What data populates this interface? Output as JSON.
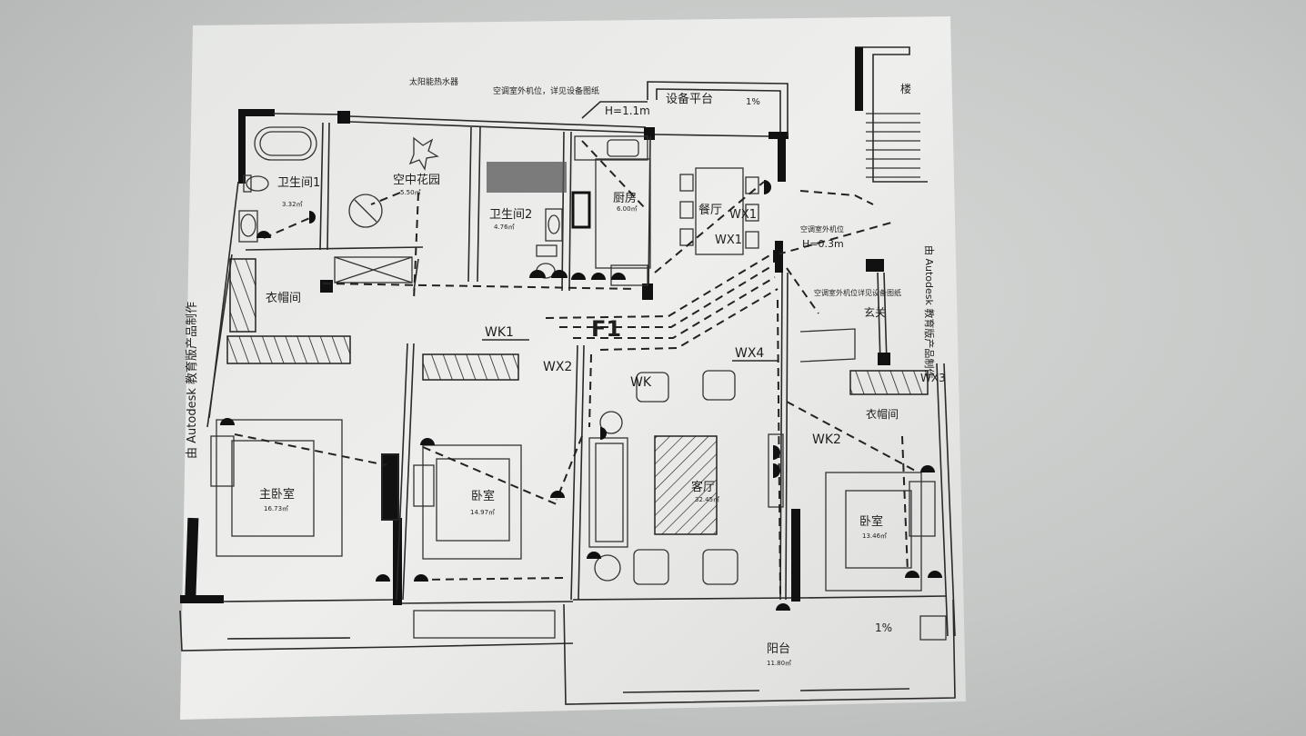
{
  "notes": {
    "solar": "太阳能热水器",
    "equipment_note": "空调室外机位，详见设备图纸",
    "dim_h1": "H=1.1m",
    "dim_h2": "H=0.3m",
    "side_note_1": "空调室外机位",
    "side_note_2": "空调室外机位详见设备图纸",
    "slope_1": "1%",
    "slope_2": "1%",
    "stair": "楼",
    "f1_marker": "F1",
    "watermark": "由 Autodesk 教育版产品制作",
    "watermark_right": "由 Autodesk 教育版产品制作"
  },
  "rooms": {
    "bathroom_1": {
      "name": "卫生间1",
      "area": "3.32㎡"
    },
    "sky_garden": {
      "name": "空中花园",
      "area": "5.50㎡"
    },
    "bathroom_2": {
      "name": "卫生间2",
      "area": "4.76㎡"
    },
    "kitchen": {
      "name": "厨房",
      "area": "6.00㎡"
    },
    "dining": {
      "name": "餐厅"
    },
    "equipment_platform": {
      "name": "设备平台"
    },
    "closet_1": {
      "name": "衣帽间"
    },
    "closet_2": {
      "name": "衣帽间"
    },
    "master_bedroom": {
      "name": "主卧室",
      "area": "16.73㎡"
    },
    "bedroom_1": {
      "name": "卧室",
      "area": "14.97㎡"
    },
    "living_room": {
      "name": "客厅",
      "area": "32.45㎡"
    },
    "bedroom_2": {
      "name": "卧室",
      "area": "13.46㎡"
    },
    "entrance": {
      "name": "玄关"
    },
    "balcony": {
      "name": "阳台",
      "area": "11.80㎡"
    }
  },
  "tags": {
    "wk1": "WK1",
    "wx1": "WX1",
    "wx1b": "WX1",
    "wx2": "WX2",
    "wx3": "WX3",
    "wx4": "WX4",
    "wk2": "WK2",
    "wk_living": "WK"
  }
}
